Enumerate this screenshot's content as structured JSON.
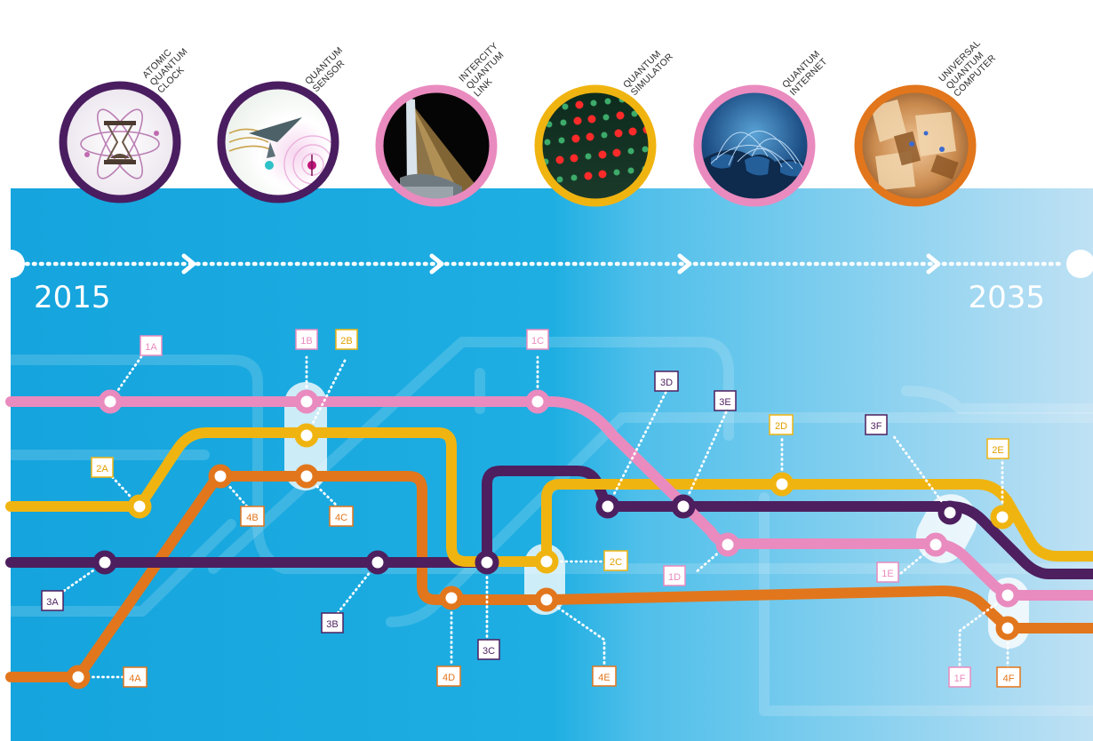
{
  "timeline": {
    "start_year": "2015",
    "end_year": "2035"
  },
  "colors": {
    "line1": "#e98bbf",
    "line2": "#f0b411",
    "line3": "#4d1f5f",
    "line4": "#e2761c",
    "background_left": "#17a7df",
    "background_right": "#bfe1f4"
  },
  "applications": [
    {
      "id": "atomic-quantum-clock",
      "lines": [
        "ATOMIC",
        "QUANTUM",
        "CLOCK"
      ],
      "ring_color": "#4a1d60",
      "icon": "hourglass-atom-icon"
    },
    {
      "id": "quantum-sensor",
      "lines": [
        "QUANTUM",
        "SENSOR"
      ],
      "ring_color": "#4a1d60",
      "icon": "sensor-icon"
    },
    {
      "id": "intercity-quantum-link",
      "lines": [
        "INTERCITY",
        "QUANTUM",
        "LINK"
      ],
      "ring_color": "#e98bbf",
      "icon": "telescope-beam-icon"
    },
    {
      "id": "quantum-simulator",
      "lines": [
        "QUANTUM",
        "SIMULATOR"
      ],
      "ring_color": "#f0b411",
      "icon": "atom-lattice-icon"
    },
    {
      "id": "quantum-internet",
      "lines": [
        "QUANTUM",
        "INTERNET"
      ],
      "ring_color": "#e98bbf",
      "icon": "globe-network-icon"
    },
    {
      "id": "universal-quantum-computer",
      "lines": [
        "UNIVERSAL",
        "QUANTUM",
        "COMPUTER"
      ],
      "ring_color": "#e2761c",
      "icon": "processor-icon"
    }
  ],
  "milestones": [
    {
      "label": "1A",
      "line": "line1"
    },
    {
      "label": "1B",
      "line": "line1"
    },
    {
      "label": "1C",
      "line": "line1"
    },
    {
      "label": "1D",
      "line": "line1"
    },
    {
      "label": "1E",
      "line": "line1"
    },
    {
      "label": "1F",
      "line": "line1"
    },
    {
      "label": "2A",
      "line": "line2"
    },
    {
      "label": "2B",
      "line": "line2"
    },
    {
      "label": "2C",
      "line": "line2"
    },
    {
      "label": "2D",
      "line": "line2"
    },
    {
      "label": "2E",
      "line": "line2"
    },
    {
      "label": "3A",
      "line": "line3"
    },
    {
      "label": "3B",
      "line": "line3"
    },
    {
      "label": "3C",
      "line": "line3"
    },
    {
      "label": "3D",
      "line": "line3"
    },
    {
      "label": "3E",
      "line": "line3"
    },
    {
      "label": "3F",
      "line": "line3"
    },
    {
      "label": "4A",
      "line": "line4"
    },
    {
      "label": "4B",
      "line": "line4"
    },
    {
      "label": "4C",
      "line": "line4"
    },
    {
      "label": "4D",
      "line": "line4"
    },
    {
      "label": "4E",
      "line": "line4"
    },
    {
      "label": "4F",
      "line": "line4"
    }
  ]
}
